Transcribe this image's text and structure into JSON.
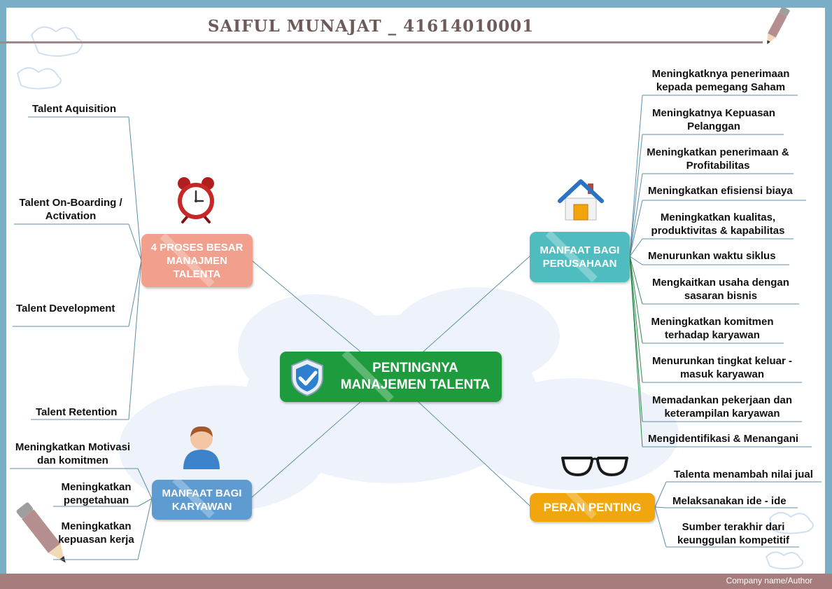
{
  "header": {
    "title": "SAIFUL MUNAJAT _ 41614010001"
  },
  "footer": {
    "text": "Company name/Author"
  },
  "center": {
    "line1": "PENTINGNYA",
    "line2": "MANAJEMEN TALENTA",
    "icon": "shield-check-icon"
  },
  "branches": {
    "proses": {
      "label": "4 PROSES BESAR MANAJMEN TALENTA",
      "icon": "alarm-clock-icon",
      "color": "#f0a08c",
      "items": [
        "Talent Aquisition",
        "Talent On-Boarding / Activation",
        "Talent Development",
        "Talent Retention"
      ]
    },
    "perusahaan": {
      "label": "MANFAAT BAGI PERUSAHAAN",
      "icon": "house-icon",
      "color": "#4fbdbf",
      "items": [
        "Meningkatknya penerimaan kepada pemegang Saham",
        "Meningkatnya Kepuasan Pelanggan",
        "Meningkatkan penerimaan & Profitabilitas",
        "Meningkatkan efisiensi biaya",
        "Meningkatkan kualitas, produktivitas & kapabilitas",
        "Menurunkan waktu siklus",
        "Mengkaitkan usaha dengan sasaran bisnis",
        "Meningkatkan komitmen terhadap karyawan",
        "Menurunkan tingkat keluar - masuk karyawan",
        "Memadankan pekerjaan dan keterampilan karyawan",
        "Mengidentifikasi & Menangani"
      ]
    },
    "karyawan": {
      "label": "MANFAAT BAGI KARYAWAN",
      "icon": "person-icon",
      "color": "#5e9bd1",
      "items": [
        "Meningkatkan Motivasi dan komitmen",
        "Meningkatkan pengetahuan",
        "Meningkatkan kepuasan kerja"
      ]
    },
    "peran": {
      "label": "PERAN PENTING",
      "icon": "glasses-icon",
      "color": "#f0a60c",
      "items": [
        "Talenta menambah nilai jual",
        "Melaksanakan ide - ide",
        "Sumber terakhir dari keunggulan kompetitif"
      ]
    }
  },
  "colors": {
    "frame": "#7aaec6",
    "rule": "#a58585",
    "center": "#1e9b3c"
  }
}
